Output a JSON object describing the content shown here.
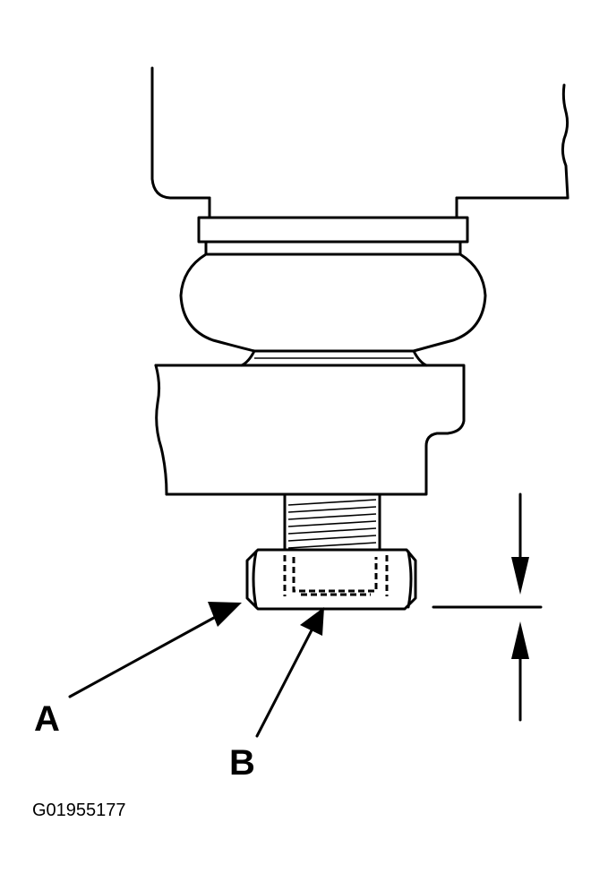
{
  "labels": {
    "a": "A",
    "b": "B"
  },
  "figure_code": "G01955177",
  "colors": {
    "ink": "#000000",
    "paper": "#ffffff"
  }
}
